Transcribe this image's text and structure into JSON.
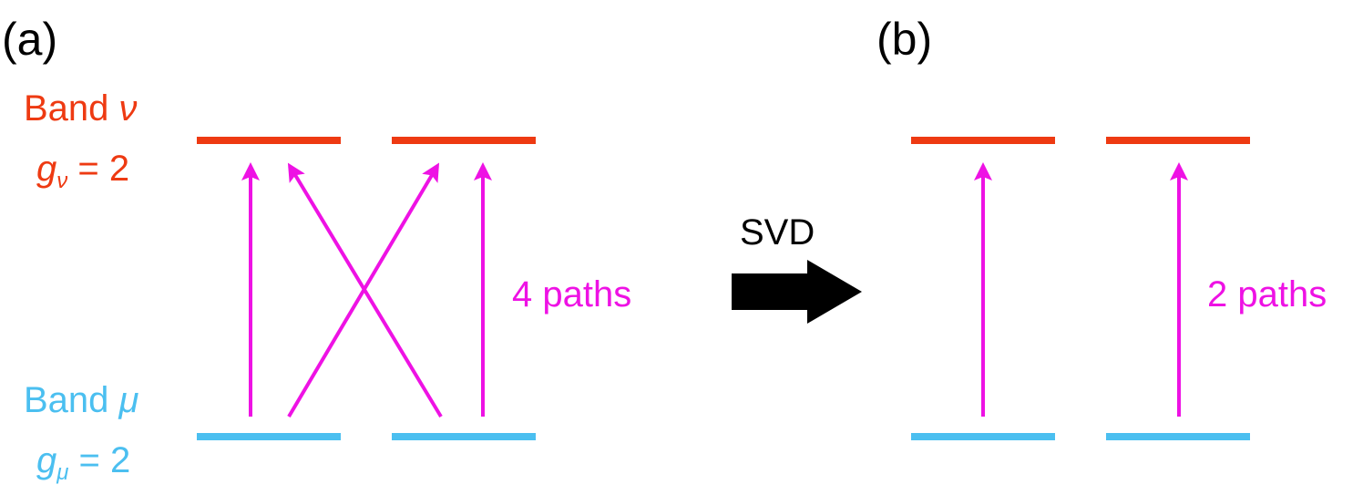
{
  "colors": {
    "band_upper": "#ee3a12",
    "band_lower": "#4bbff0",
    "transition": "#ee12e4",
    "arrow_big": "#000000",
    "text": "#000000"
  },
  "panel_a": {
    "label": "(a)",
    "upper_band": {
      "word": "Band ",
      "symbol": "ν",
      "deg_symbol": "g",
      "deg_sub": "ν",
      "deg_rest": " = 2"
    },
    "lower_band": {
      "word": "Band ",
      "symbol": "μ",
      "deg_symbol": "g",
      "deg_sub": "μ",
      "deg_rest": " = 2"
    },
    "paths_label": "4 paths"
  },
  "middle": {
    "operation_label": "SVD",
    "arrow_icon": "right-arrow-icon"
  },
  "panel_b": {
    "label": "(b)",
    "paths_label": "2 paths"
  }
}
